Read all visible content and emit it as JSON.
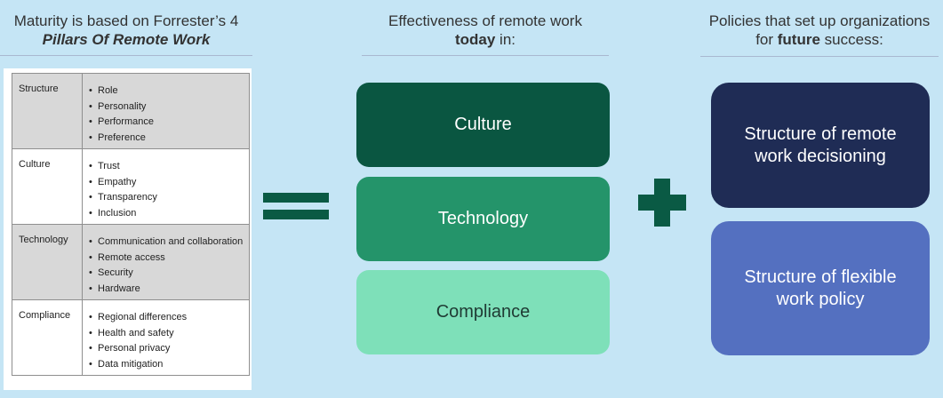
{
  "left_heading": {
    "line1": "Maturity is based on Forrester’s 4",
    "line2": "Pillars Of Remote Work"
  },
  "mid_heading": {
    "line1": "Effectiveness of remote work",
    "bold": "today",
    "line2_rest": " in:"
  },
  "right_heading": {
    "line1": "Policies that set up organizations",
    "line2_pre": "for ",
    "bold": "future",
    "line2_post": " success:"
  },
  "pillars": [
    {
      "category": "Structure",
      "items": [
        "Role",
        "Personality",
        "Performance",
        "Preference"
      ]
    },
    {
      "category": "Culture",
      "items": [
        "Trust",
        "Empathy",
        "Transparency",
        "Inclusion"
      ]
    },
    {
      "category": "Technology",
      "items": [
        "Communication and collaboration",
        "Remote access",
        "Security",
        "Hardware"
      ]
    },
    {
      "category": "Compliance",
      "items": [
        "Regional differences",
        "Health and safety",
        "Personal privacy",
        "Data mitigation"
      ]
    }
  ],
  "effectiveness": [
    "Culture",
    "Technology",
    "Compliance"
  ],
  "policies": [
    "Structure of remote work decisioning",
    "Structure of flexible work policy"
  ],
  "colors": {
    "background": "#c5e5f5",
    "culture": "#0a5641",
    "technology": "#24946a",
    "compliance": "#7ee0b9",
    "decisioning": "#1f2c55",
    "flexible": "#5470c0",
    "operator": "#0a5a44"
  }
}
